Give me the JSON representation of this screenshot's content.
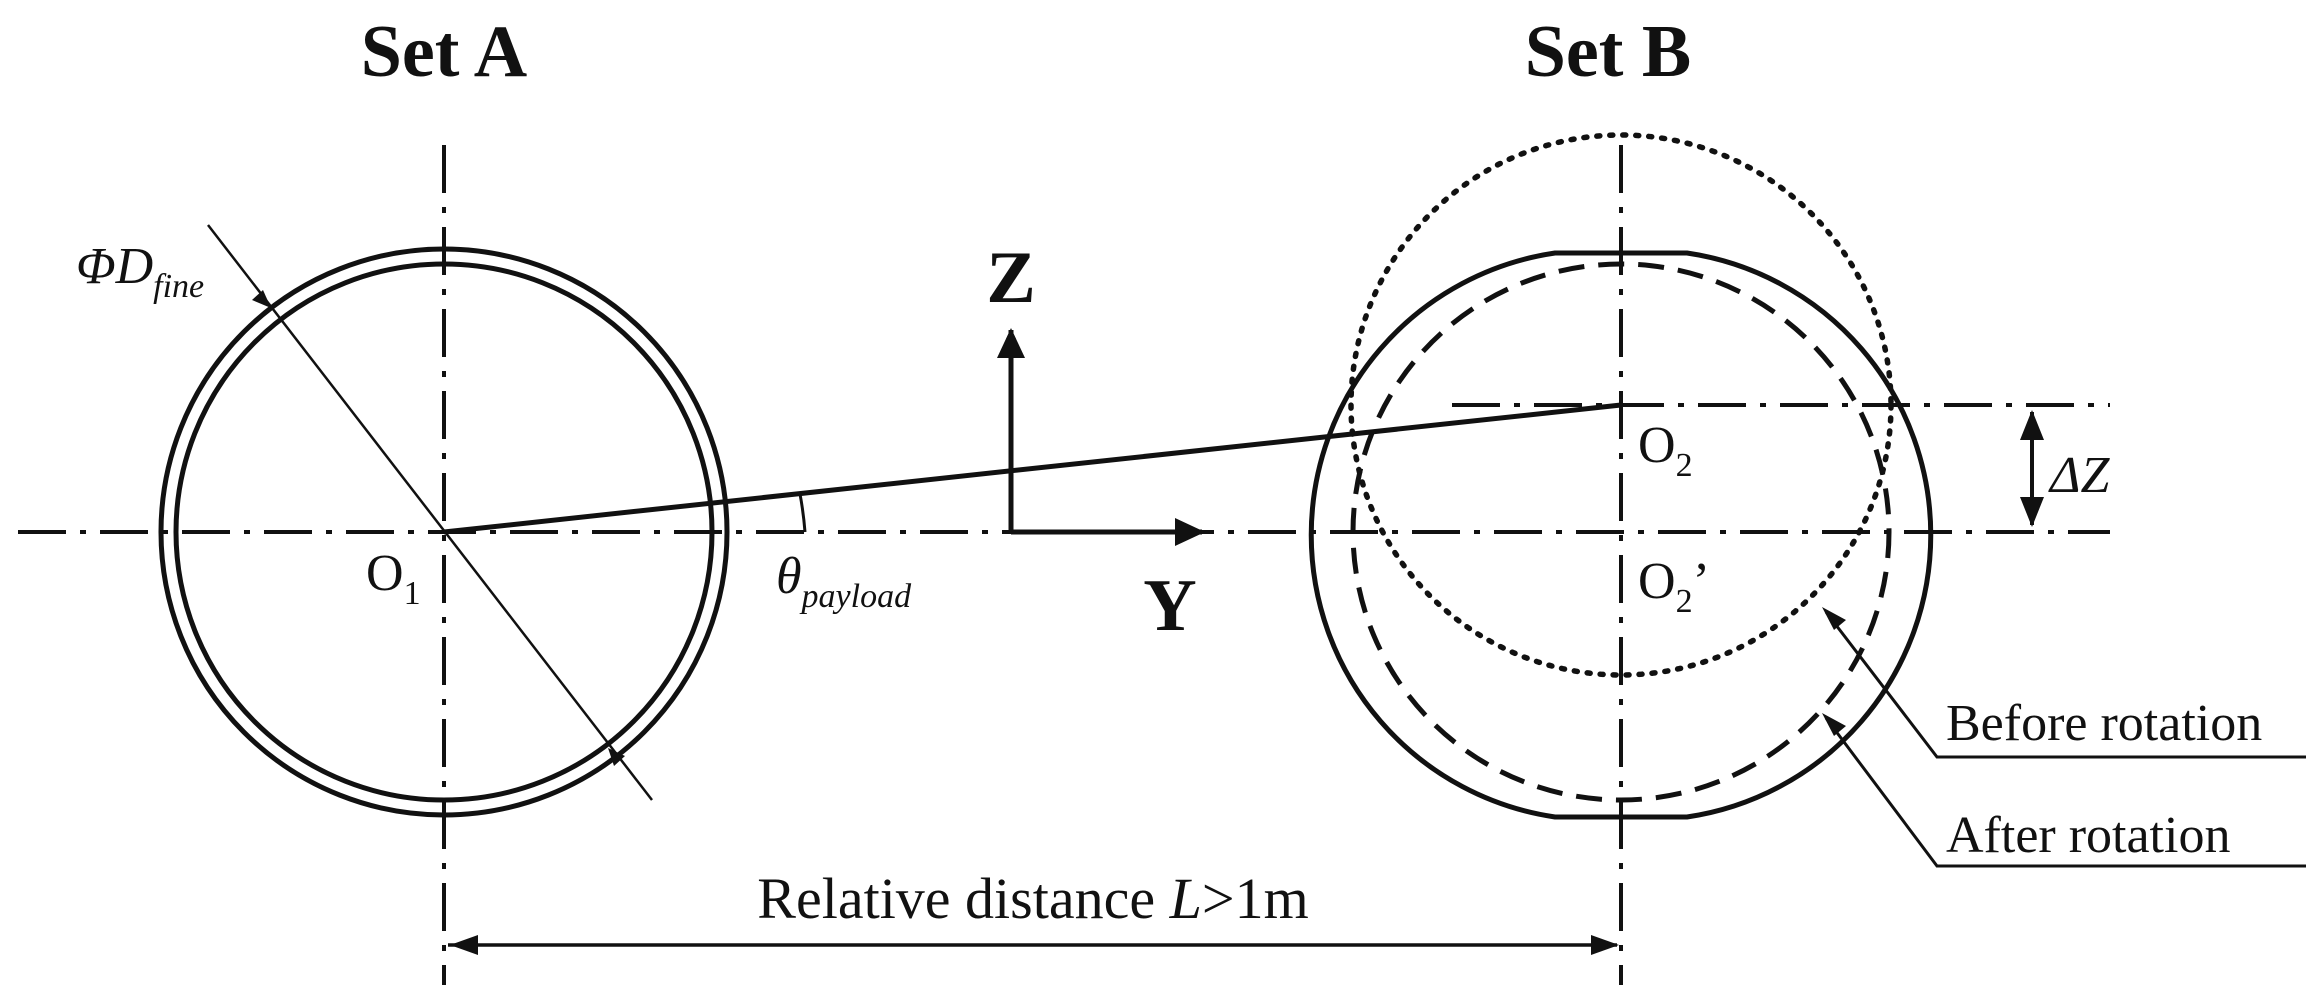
{
  "titles": {
    "set_a": "Set A",
    "set_b": "Set B"
  },
  "axes": {
    "z": "Z",
    "y": "Y"
  },
  "points": {
    "o1": {
      "base": "O",
      "sub": "1",
      "suffix": ""
    },
    "o2": {
      "base": "O",
      "sub": "2",
      "suffix": ""
    },
    "o2_prime": {
      "base": "O",
      "sub": "2",
      "suffix": "’"
    }
  },
  "labels": {
    "diameter": {
      "symbol": "ΦD",
      "sub": "fine"
    },
    "angle": {
      "symbol": "θ",
      "sub": "payload"
    },
    "delta_z": "ΔZ",
    "before_rotation": "Before rotation",
    "after_rotation": "After rotation",
    "distance": {
      "prefix": "Relative distance ",
      "var": "L",
      "suffix": ">1m"
    }
  }
}
